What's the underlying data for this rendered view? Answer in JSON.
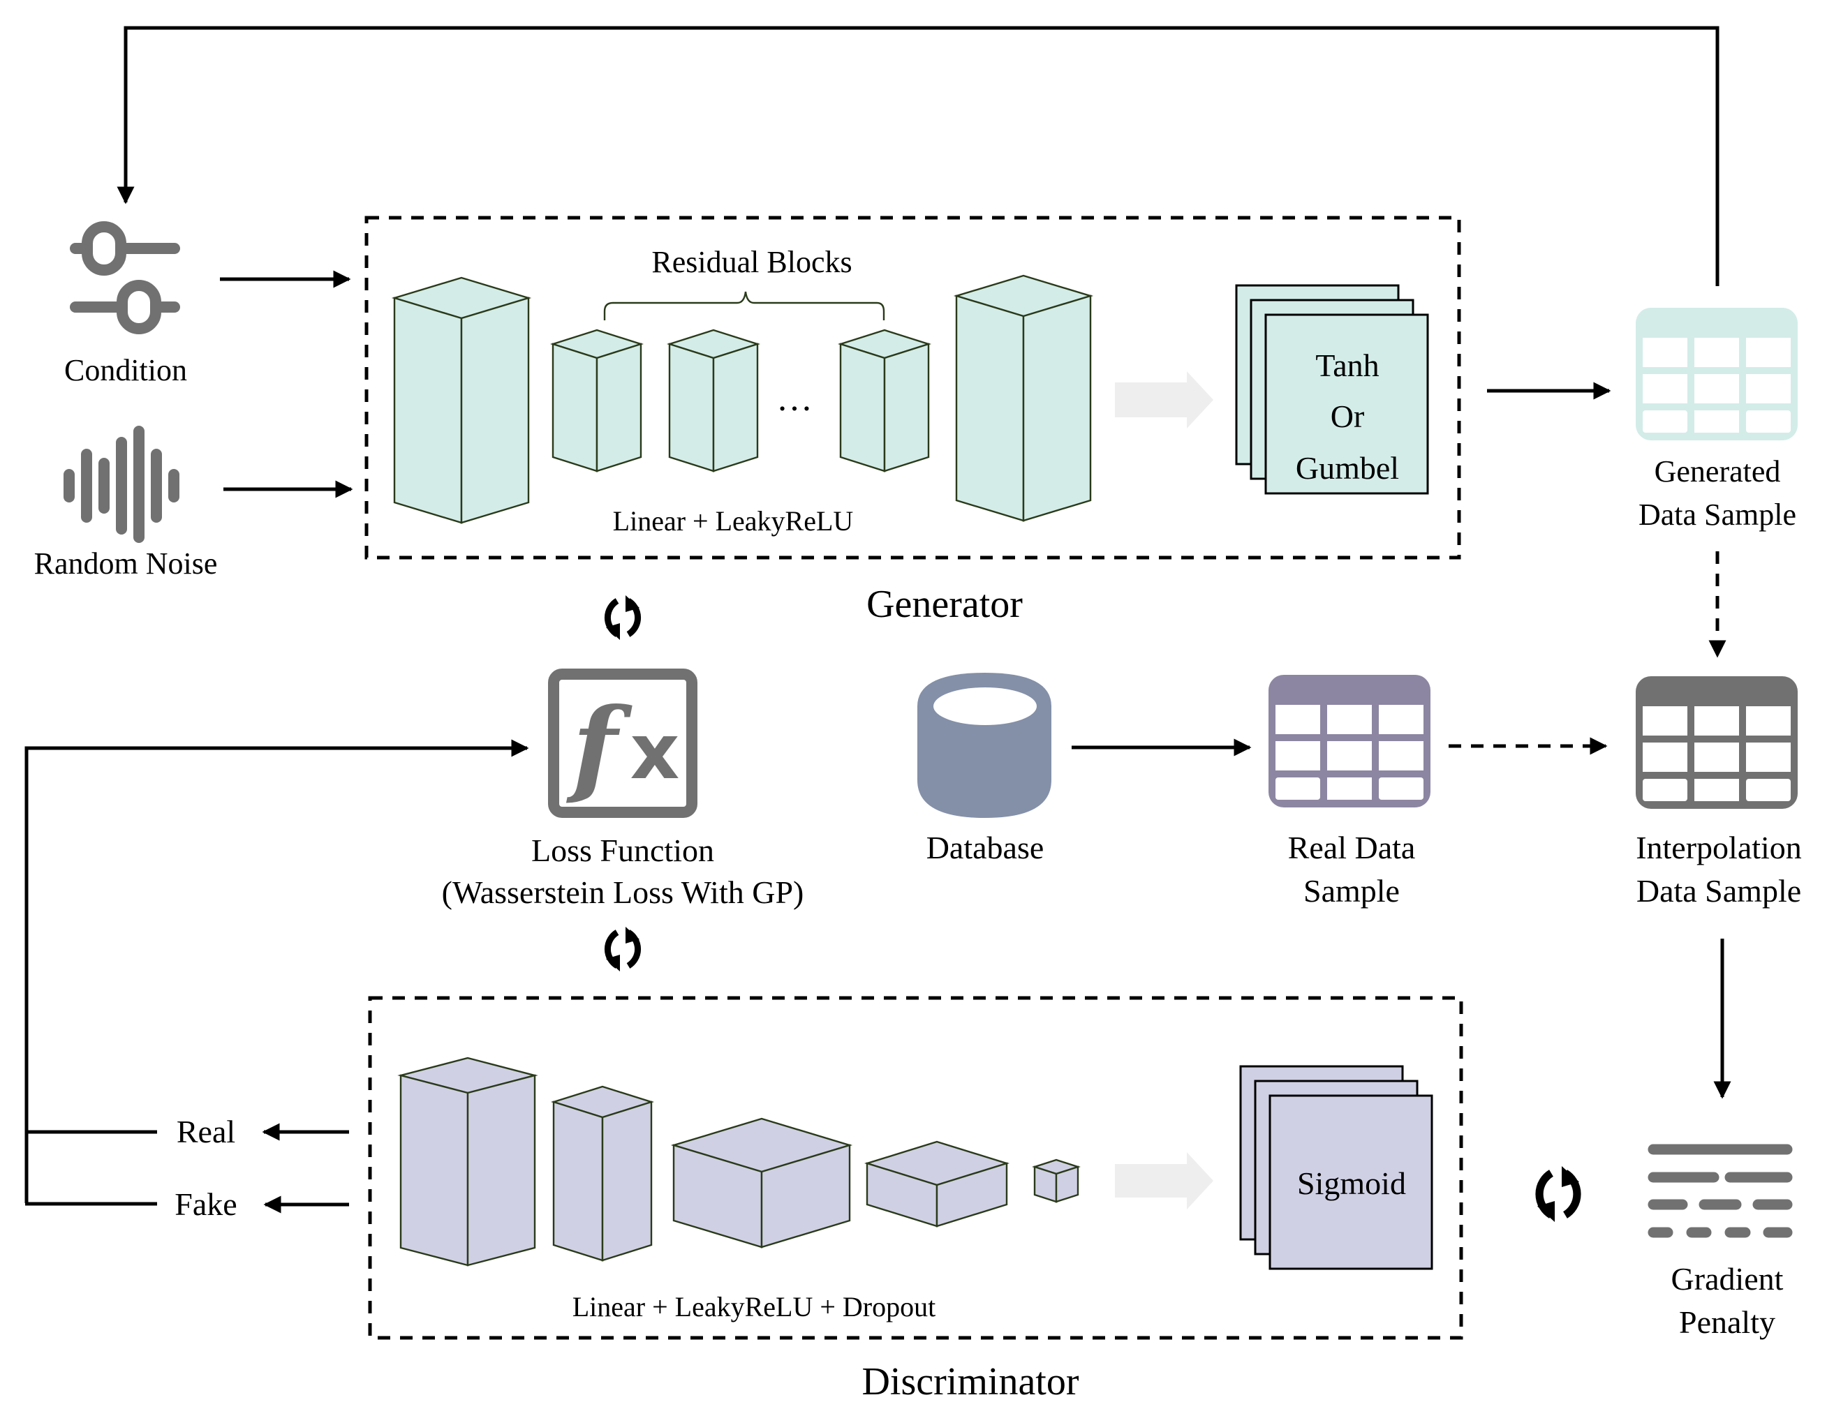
{
  "figure": {
    "type": "GAN architecture diagram",
    "colors": {
      "generator_fill": "#d3ece8",
      "discriminator_fill": "#d0d0e4",
      "icon_gray": "#717171",
      "database": "#8490a8",
      "real_table": "#8d86a2",
      "generated_table": "#d3ece8",
      "interpolation_table": "#717171",
      "hint_arrow": "#eeeeee"
    }
  },
  "inputs": {
    "condition_label": "Condition",
    "noise_label": "Random Noise"
  },
  "generator": {
    "title": "Generator",
    "residual_label": "Residual Blocks",
    "ellipsis": "…",
    "layer_label": "Linear + LeakyReLU",
    "output_lines": [
      "Tanh",
      "Or",
      "Gumbel"
    ]
  },
  "generated_sample": {
    "line1": "Generated",
    "line2": "Data Sample"
  },
  "loss": {
    "line1": "Loss Function",
    "line2": "(Wasserstein Loss With GP)",
    "icon_text": "fx"
  },
  "database": {
    "label": "Database"
  },
  "real_sample": {
    "line1": "Real Data",
    "line2": "Sample"
  },
  "interpolation_sample": {
    "line1": "Interpolation",
    "line2": "Data Sample"
  },
  "discriminator": {
    "title": "Discriminator",
    "layer_label": "Linear + LeakyReLU + Dropout",
    "output_label": "Sigmoid"
  },
  "outputs": {
    "real_label": "Real",
    "fake_label": "Fake"
  },
  "gradient_penalty": {
    "line1": "Gradient",
    "line2": "Penalty"
  }
}
